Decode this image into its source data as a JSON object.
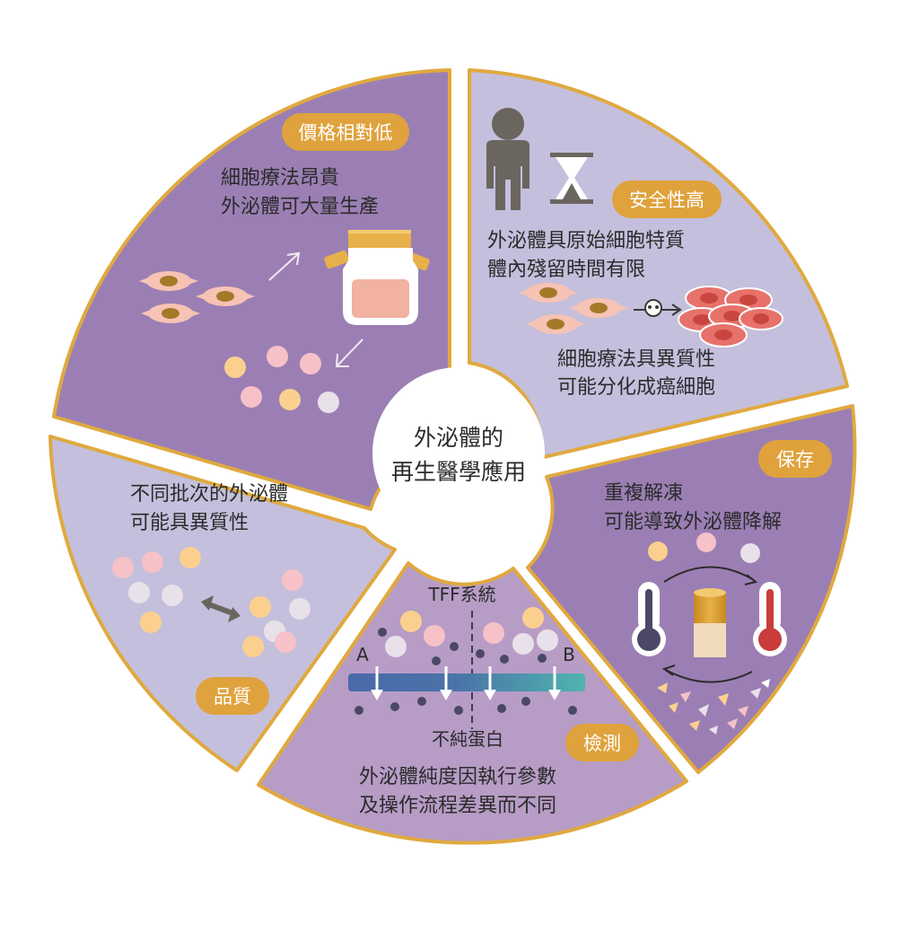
{
  "center": {
    "line1": "外泌體的",
    "line2": "再生醫學應用"
  },
  "segments": {
    "cost": {
      "badge": "價格相對低",
      "line1": "細胞療法昂貴",
      "line2": "外泌體可大量生產"
    },
    "safety": {
      "badge": "安全性高",
      "line1": "外泌體具原始細胞特質",
      "line2": "體內殘留時間有限",
      "line3": "細胞療法具異質性",
      "line4": "可能分化成癌細胞"
    },
    "storage": {
      "badge": "保存",
      "line1": "重複解凍",
      "line2": "可能導致外泌體降解"
    },
    "detection": {
      "badge": "檢測",
      "system_label": "TFF系統",
      "label_a": "A",
      "label_b": "B",
      "impurity_label": "不純蛋白",
      "line1": "外泌體純度因執行參數",
      "line2": "及操作流程差異而不同"
    },
    "quality": {
      "badge": "品質",
      "line1": "不同批次的外泌體",
      "line2": "可能具異質性"
    }
  },
  "colors": {
    "dark_purple": "#9b7fb4",
    "light_lavender": "#c4bfdc",
    "mid_purple": "#b79cc6",
    "gold_border": "#e0a93f",
    "badge": "#dfa23c",
    "peach": "#fbd08f",
    "pink": "#f6c1c7",
    "light_gray": "#e9e1ea",
    "dark_dot": "#4a4866",
    "filter_blue": "#4a6bab",
    "filter_teal": "#4fb5ae"
  }
}
